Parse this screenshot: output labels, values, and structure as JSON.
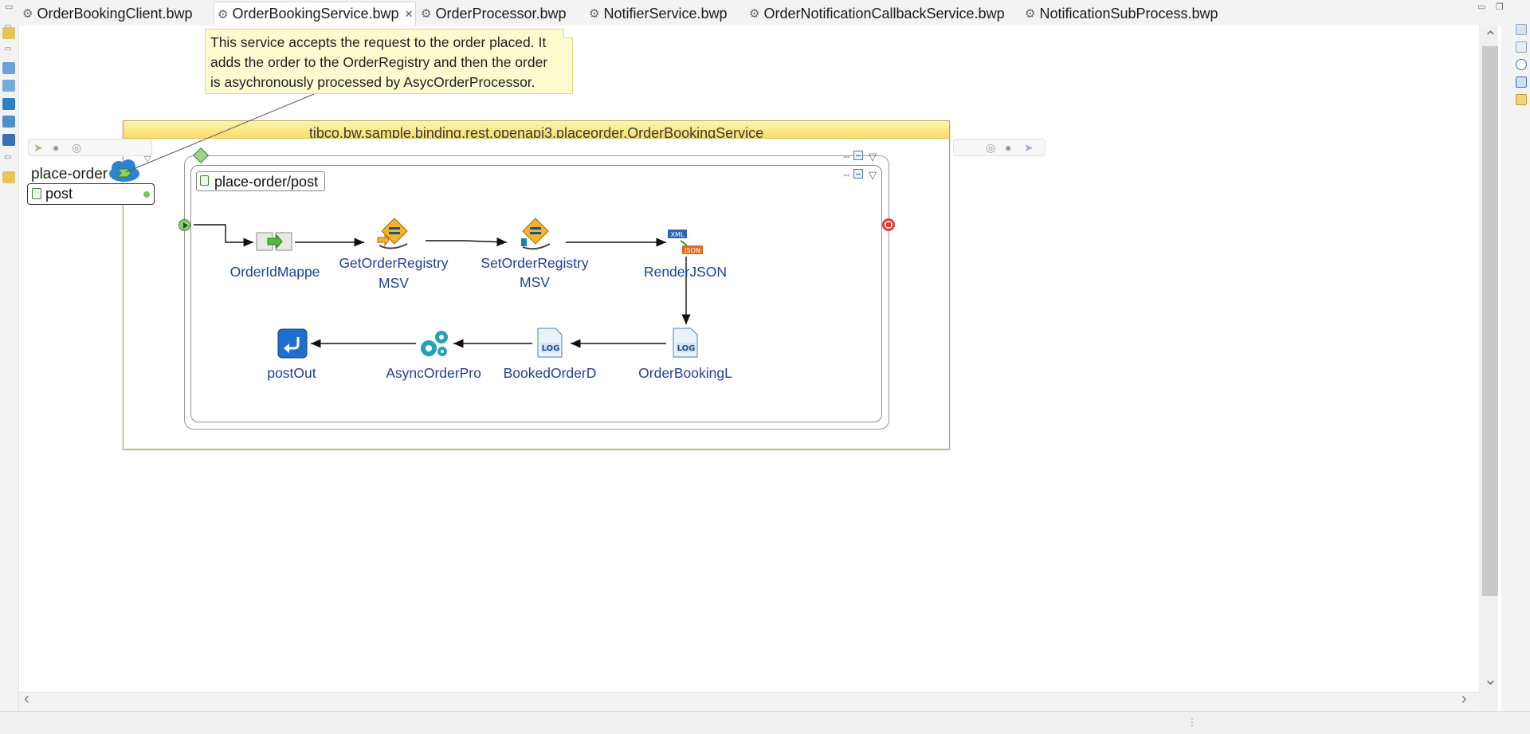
{
  "tabs": [
    {
      "label": "OrderBookingClient.bwp",
      "active": false
    },
    {
      "label": "OrderBookingService.bwp",
      "active": true
    },
    {
      "label": "OrderProcessor.bwp",
      "active": false
    },
    {
      "label": "NotifierService.bwp",
      "active": false
    },
    {
      "label": "OrderNotificationCallbackService.bwp",
      "active": false
    },
    {
      "label": "NotificationSubProcess.bwp",
      "active": false
    }
  ],
  "note": {
    "line1": "This service accepts the request to the order placed. It",
    "line2": "adds the order to the OrderRegistry and then the order",
    "line3": "is asychronously processed by AsycOrderProcessor."
  },
  "service": {
    "title": "tibco.bw.sample.binding.rest.openapi3.placeorder.OrderBookingService"
  },
  "operation": {
    "name": "place-order",
    "method": "post"
  },
  "process": {
    "title": "place-order/post"
  },
  "activities": {
    "order_id_mapper": "OrderIdMappe",
    "get_registry_1": "GetOrderRegistry",
    "get_registry_2": "MSV",
    "set_registry_1": "SetOrderRegistry",
    "set_registry_2": "MSV",
    "render_json": "RenderJSON",
    "order_booking_log": "OrderBookingL",
    "booked_order": "BookedOrderD",
    "async_order": "AsyncOrderPro",
    "post_out": "postOut"
  },
  "icons": {
    "xml_badge": "XML",
    "json_badge": "JSON",
    "log_badge": "LOG"
  },
  "colors": {
    "activity_label": "#1f3f9b",
    "service_header": "#f8df63",
    "note_background": "#fffbd0"
  }
}
